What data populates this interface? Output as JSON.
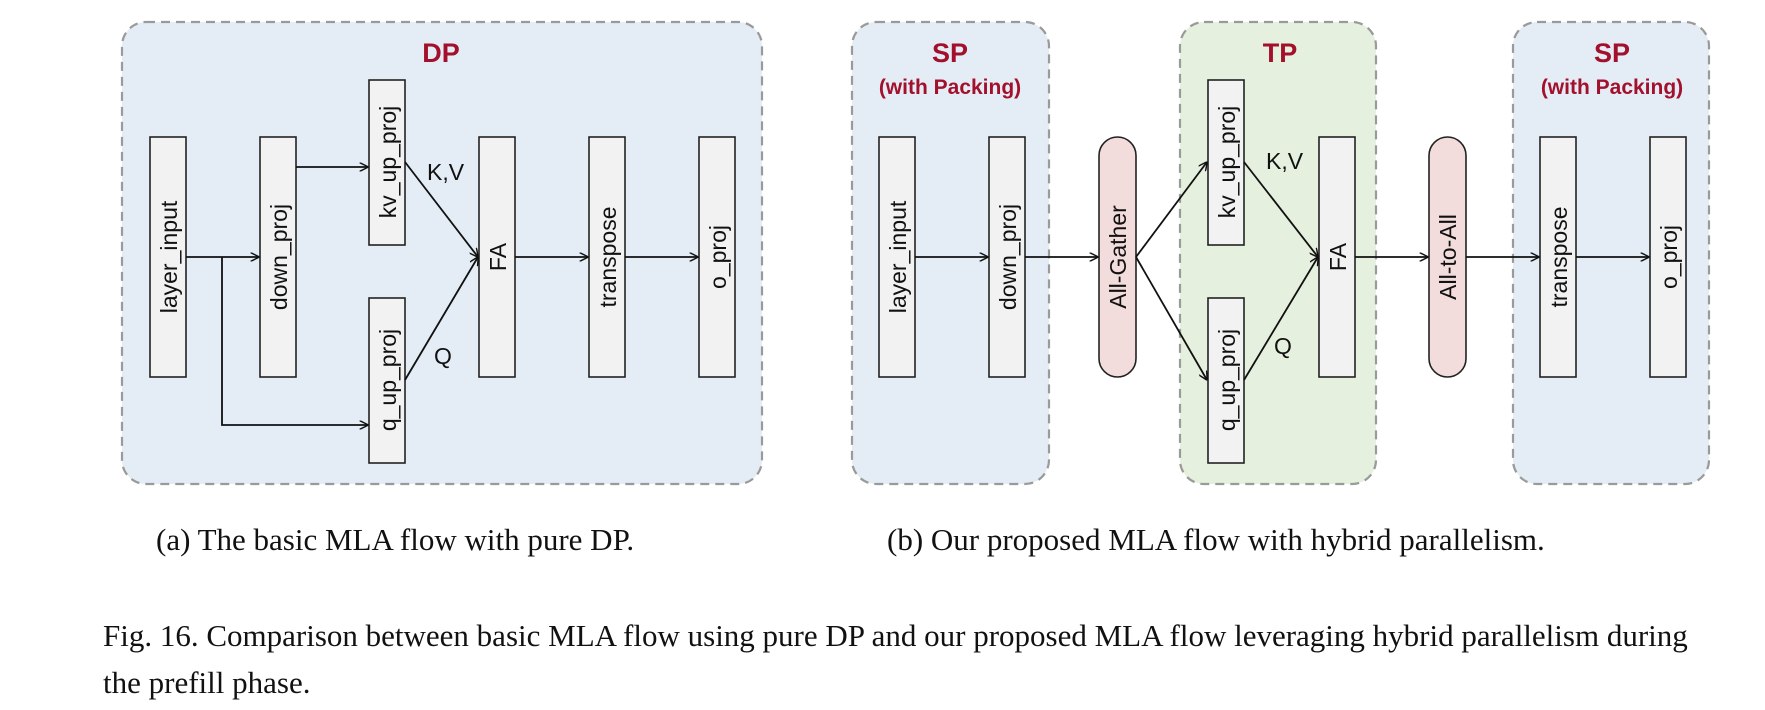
{
  "panel_a": {
    "region_title": "DP",
    "blocks": {
      "layer_input": "layer_input",
      "down_proj": "down_proj",
      "kv_up_proj": "kv_up_proj",
      "q_up_proj": "q_up_proj",
      "fa": "FA",
      "transpose": "transpose",
      "o_proj": "o_proj"
    },
    "edge_labels": {
      "kv": "K,V",
      "q": "Q"
    },
    "caption": "(a) The basic MLA flow with pure DP."
  },
  "panel_b": {
    "sp1_title": "SP",
    "sp1_subtitle": "(with Packing)",
    "tp_title": "TP",
    "sp2_title": "SP",
    "sp2_subtitle": "(with Packing)",
    "blocks": {
      "layer_input": "layer_input",
      "down_proj": "down_proj",
      "all_gather": "All-Gather",
      "kv_up_proj": "kv_up_proj",
      "q_up_proj": "q_up_proj",
      "fa": "FA",
      "all_to_all": "All-to-All",
      "transpose": "transpose",
      "o_proj": "o_proj"
    },
    "edge_labels": {
      "kv": "K,V",
      "q": "Q"
    },
    "caption": "(b) Our proposed MLA flow with hybrid parallelism."
  },
  "figure_caption": "Fig. 16.  Comparison between basic MLA flow using pure DP and our proposed MLA flow leveraging hybrid parallelism during the prefill phase.",
  "colors": {
    "region_blue": "#e4edf6",
    "region_green": "#e6f0df",
    "comm_block": "#f3dcdc",
    "title_red": "#a3102c"
  }
}
